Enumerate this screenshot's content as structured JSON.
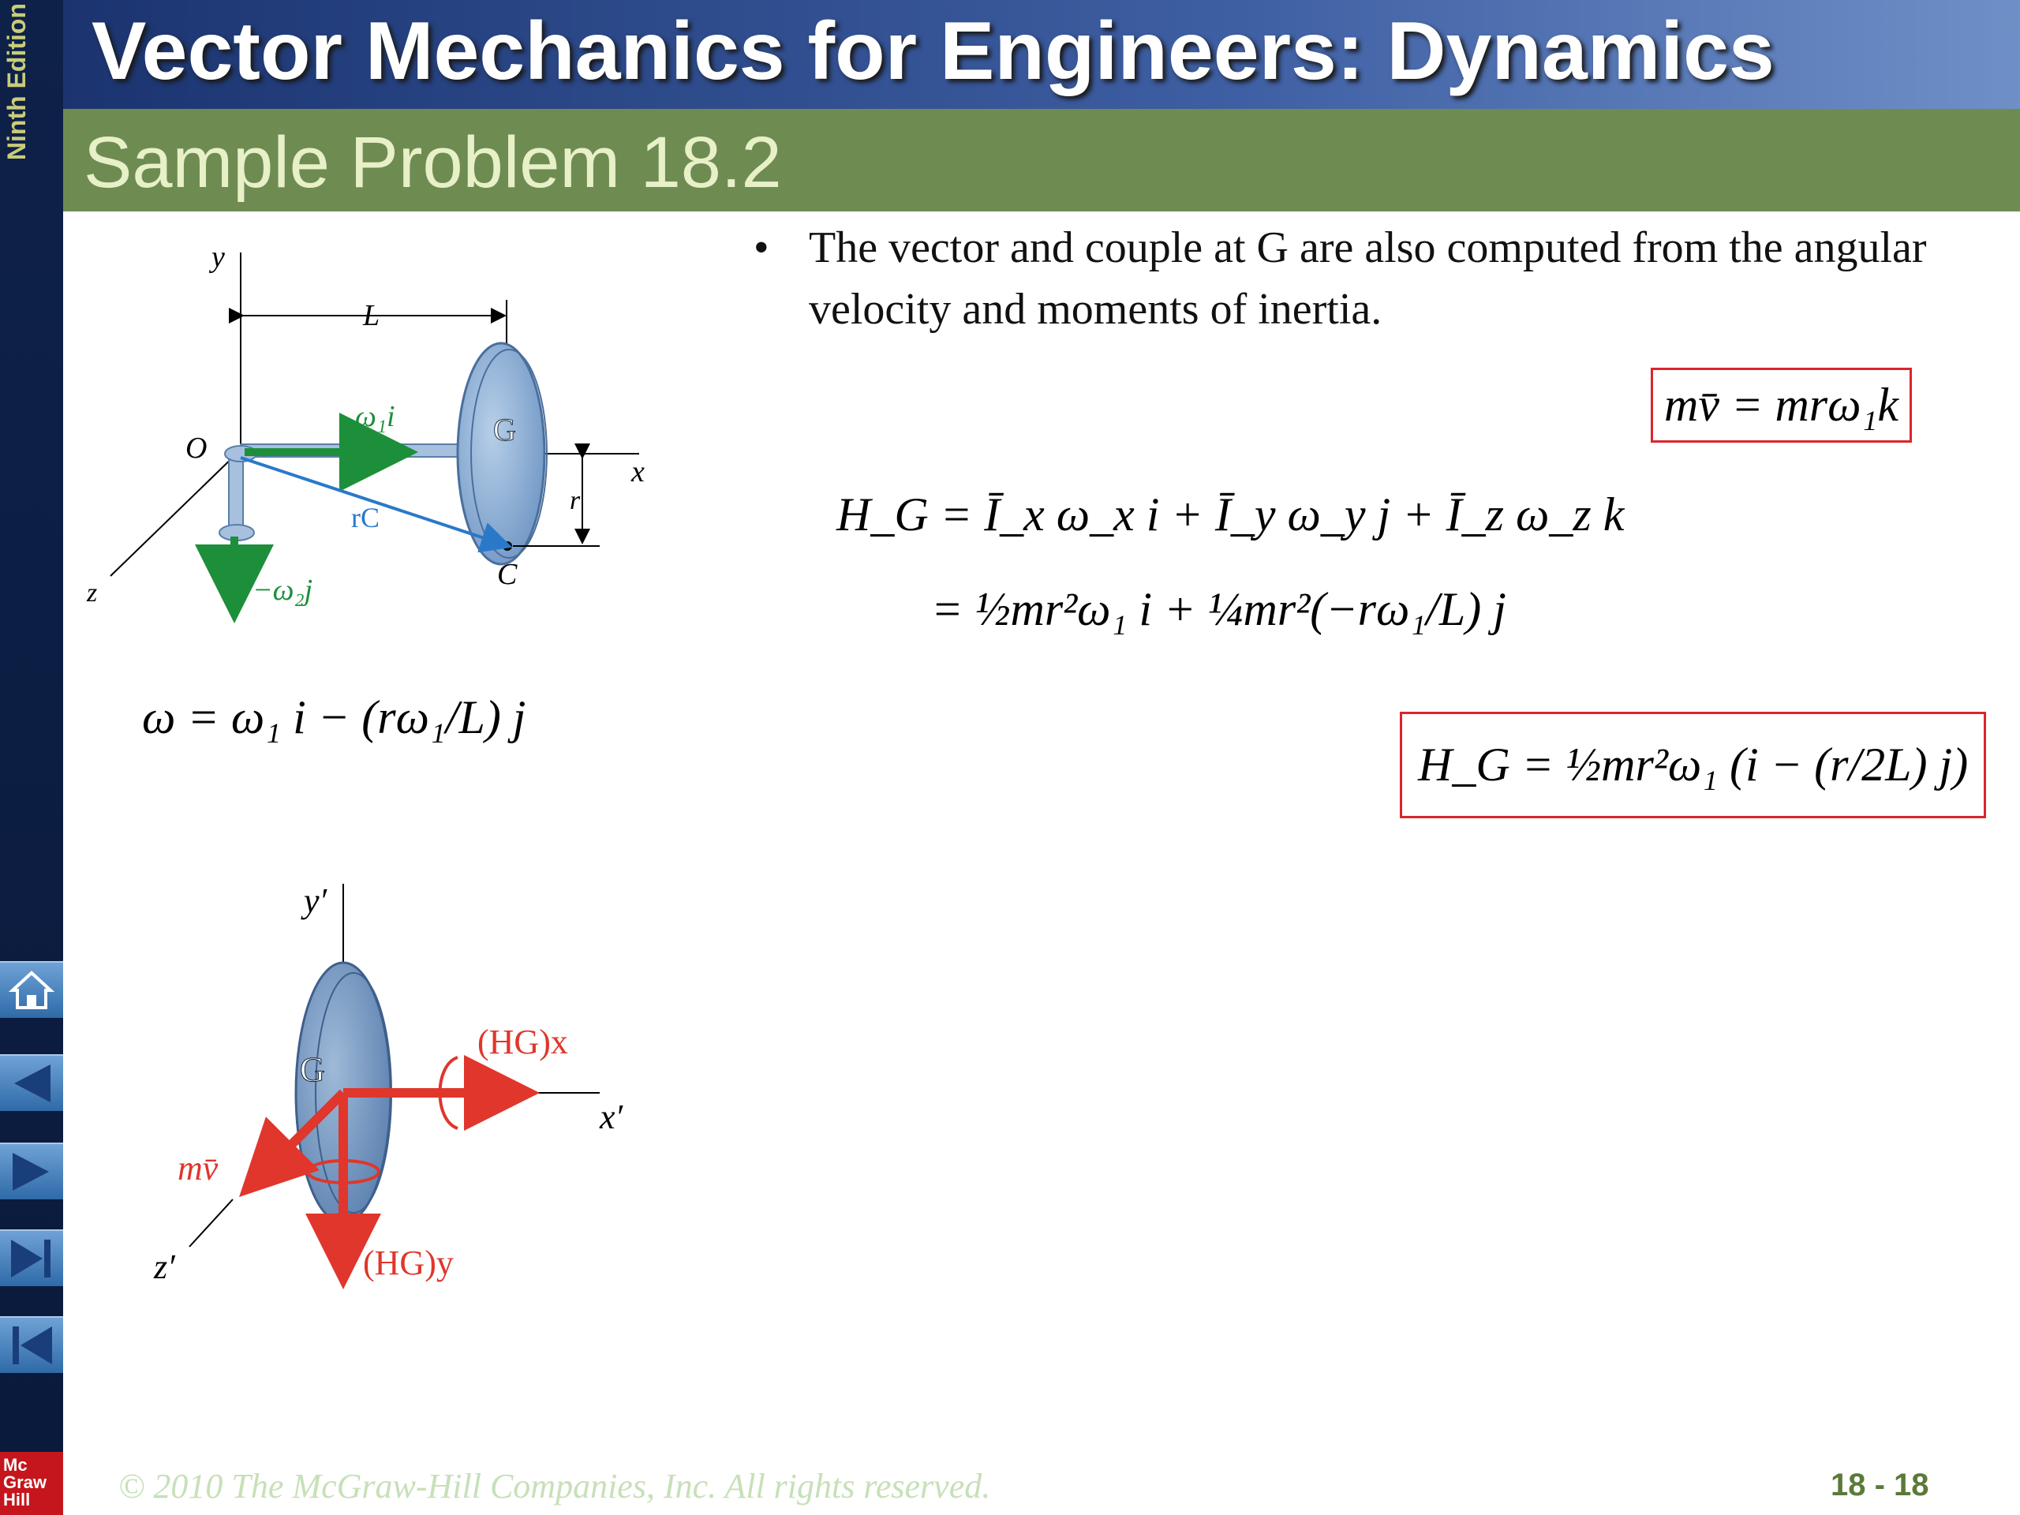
{
  "sidebar": {
    "edition": "Ninth Edition",
    "logo": "Mc Graw Hill",
    "nav": [
      {
        "icon": "home-icon"
      },
      {
        "icon": "previous-slide-icon"
      },
      {
        "icon": "next-slide-icon"
      },
      {
        "icon": "last-slide-icon"
      },
      {
        "icon": "first-slide-icon"
      }
    ]
  },
  "header": {
    "title": "Vector Mechanics for Engineers: Dynamics",
    "section": "Sample Problem 18.2"
  },
  "content": {
    "bullet": "The vector and couple at G are also computed from the angular velocity and moments of inertia.",
    "eq_momentum": "mv̄ = mrω₁k",
    "eq_hg_general": "H_G = Ī_x ω_x i + Ī_y ω_y j + Ī_z ω_z k",
    "eq_hg_sub": "= ½mr²ω₁ i + ¼mr²(−rω₁/L) j",
    "eq_hg_boxed": "H_G = ½mr²ω₁ (i − (r/2L) j)",
    "eq_omega": "ω = ω₁ i − (rω₁/L) j"
  },
  "figure_top": {
    "y": "y",
    "L": "L",
    "O": "O",
    "G": "G",
    "x": "x",
    "r": "r",
    "C": "C",
    "z": "z",
    "omega1": "ω₁i",
    "rC": "rC",
    "omega2": "−ω₂j"
  },
  "figure_bottom": {
    "yprime": "y′",
    "G": "G",
    "HGx": "(HG)x",
    "xprime": "x′",
    "mv": "mv̄",
    "zprime": "z′",
    "HGy": "(HG)y"
  },
  "footer": {
    "copyright": "© 2010 The McGraw-Hill Companies, Inc. All rights reserved.",
    "page": "18 - 18"
  },
  "colors": {
    "title_bar": "#2c4a8c",
    "section_bar": "#6e8c52",
    "equation_box": "#d9262b",
    "green_vectors": "#1d8f3a",
    "red_vectors": "#e0362c",
    "disk": "#8fb2d8"
  }
}
